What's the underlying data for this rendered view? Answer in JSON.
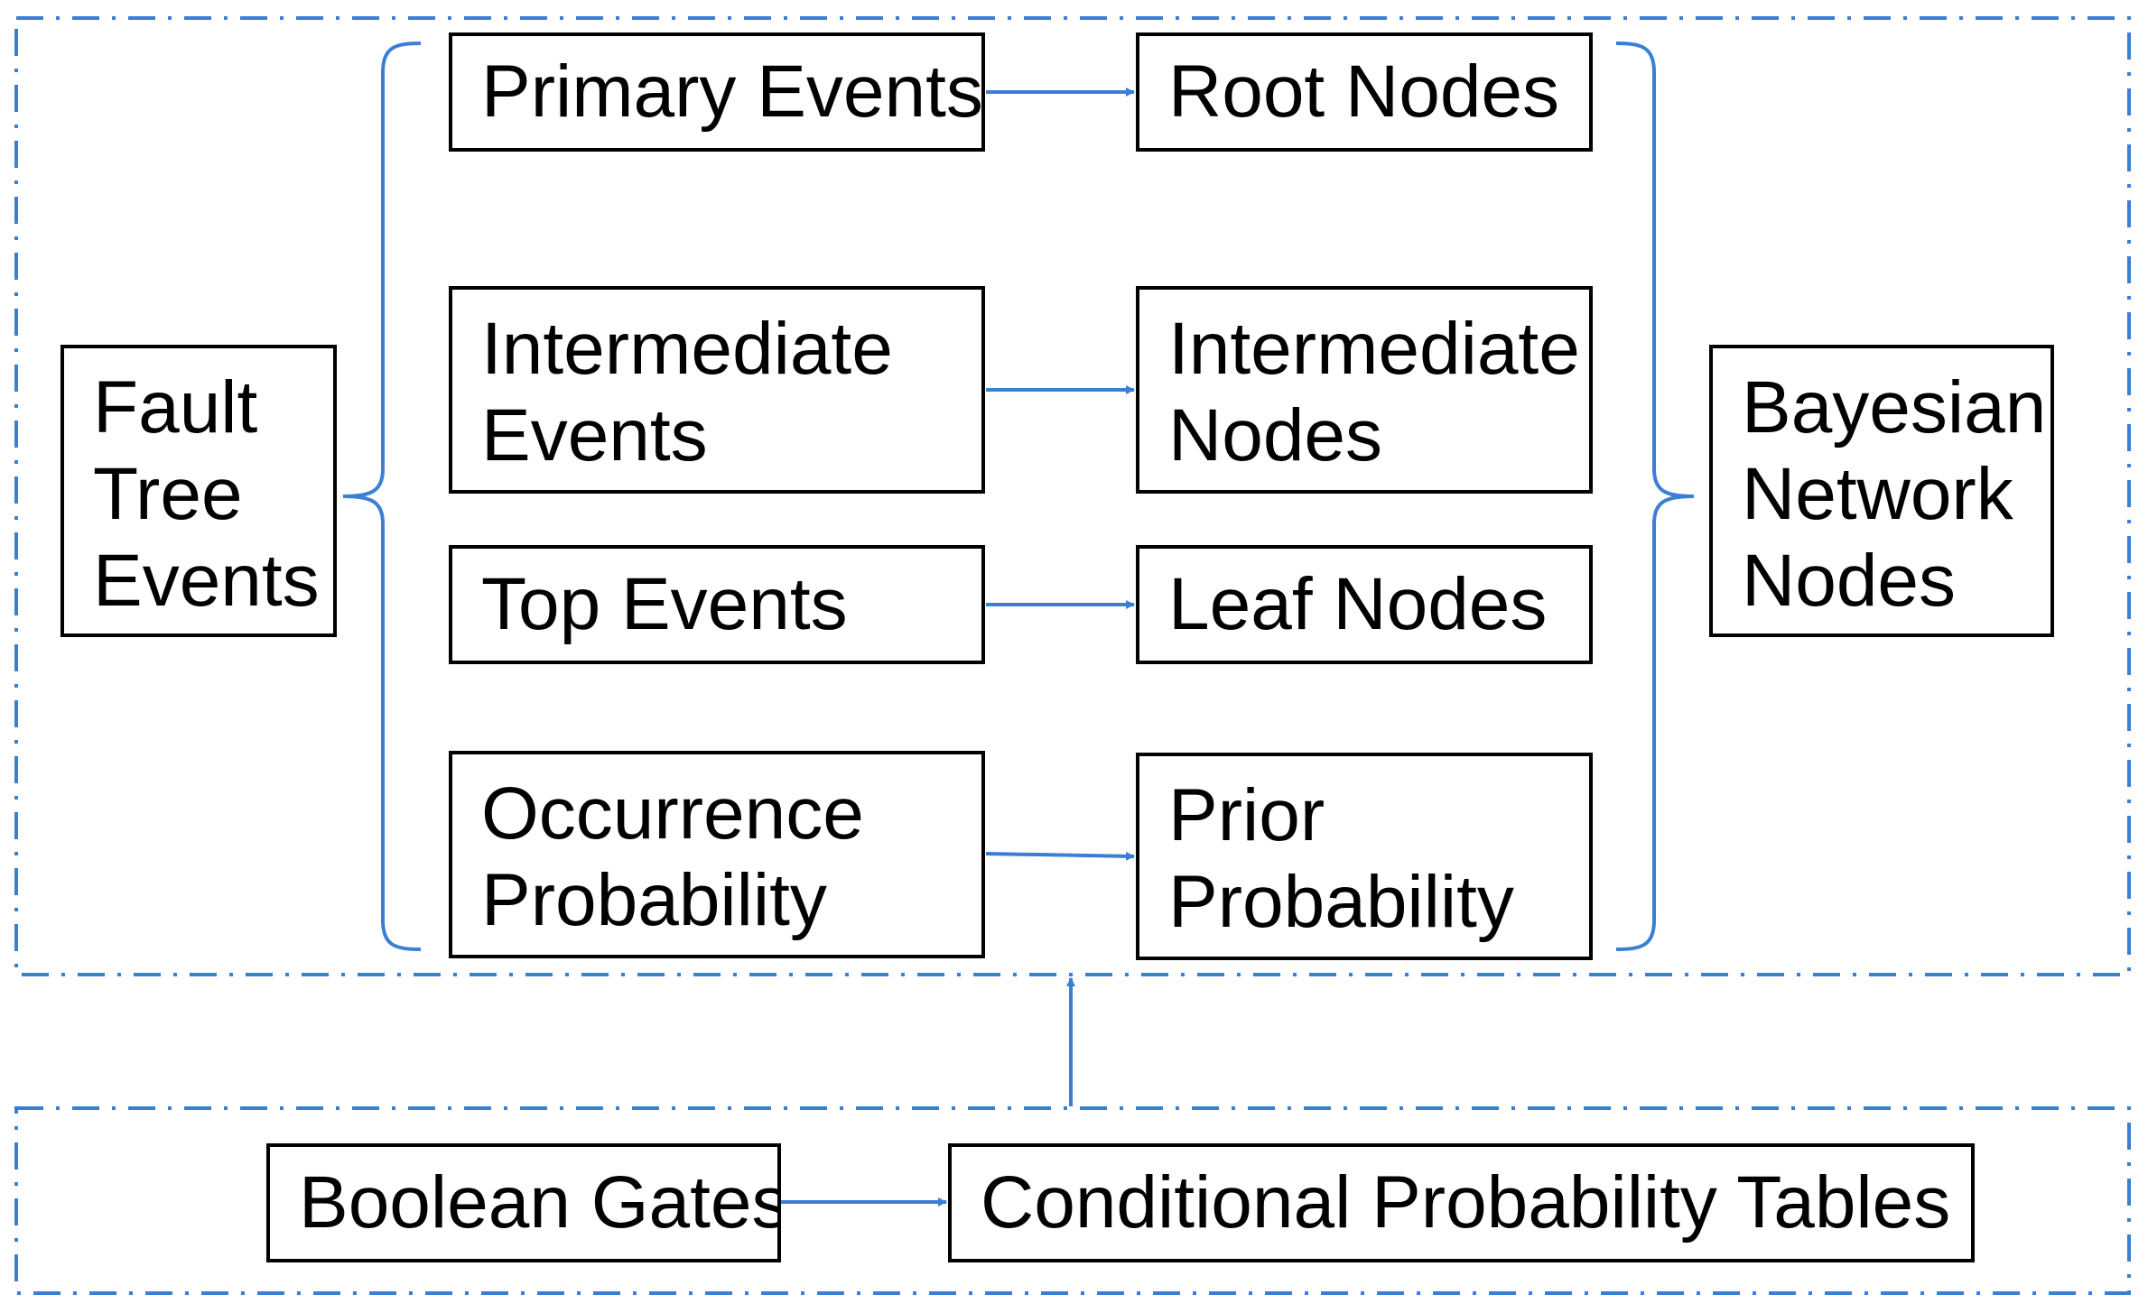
{
  "colors": {
    "accent": "#3a7fd5",
    "box_border": "#000000",
    "text": "#000000"
  },
  "left_group": {
    "lines": [
      "Fault",
      "Tree",
      "Events"
    ]
  },
  "right_group": {
    "lines": [
      "Bayesian",
      "Network",
      "Nodes"
    ]
  },
  "mappings": [
    {
      "fault_tree": [
        "Primary Events"
      ],
      "bayesian": [
        "Root Nodes"
      ]
    },
    {
      "fault_tree": [
        "Intermediate",
        "Events"
      ],
      "bayesian": [
        "Intermediate",
        "Nodes"
      ]
    },
    {
      "fault_tree": [
        "Top Events"
      ],
      "bayesian": [
        "Leaf Nodes"
      ]
    },
    {
      "fault_tree": [
        "Occurrence",
        "Probability"
      ],
      "bayesian": [
        "Prior",
        "Probability"
      ]
    }
  ],
  "bottom": {
    "source": "Boolean Gates",
    "target": "Conditional Probability Tables"
  }
}
